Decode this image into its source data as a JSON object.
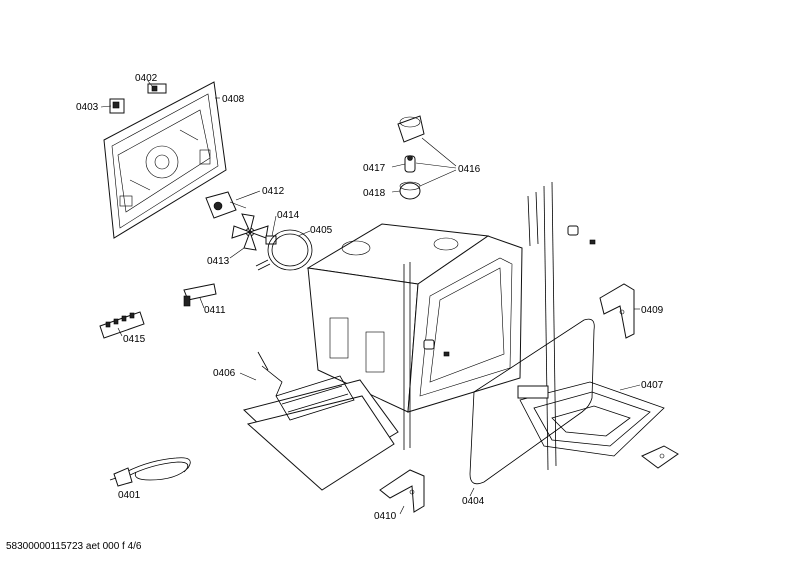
{
  "parts": [
    {
      "id": "p0401",
      "label": "0401"
    },
    {
      "id": "p0402",
      "label": "0402"
    },
    {
      "id": "p0403",
      "label": "0403"
    },
    {
      "id": "p0404",
      "label": "0404"
    },
    {
      "id": "p0405",
      "label": "0405"
    },
    {
      "id": "p0406",
      "label": "0406"
    },
    {
      "id": "p0407",
      "label": "0407"
    },
    {
      "id": "p0408",
      "label": "0408"
    },
    {
      "id": "p0409",
      "label": "0409"
    },
    {
      "id": "p0410",
      "label": "0410"
    },
    {
      "id": "p0411",
      "label": "0411"
    },
    {
      "id": "p0412",
      "label": "0412"
    },
    {
      "id": "p0413",
      "label": "0413"
    },
    {
      "id": "p0414",
      "label": "0414"
    },
    {
      "id": "p0415",
      "label": "0415"
    },
    {
      "id": "p0416",
      "label": "0416"
    },
    {
      "id": "p0417",
      "label": "0417"
    },
    {
      "id": "p0418",
      "label": "0418"
    }
  ],
  "footer": "58300000115723 aet 000 f 4/6"
}
